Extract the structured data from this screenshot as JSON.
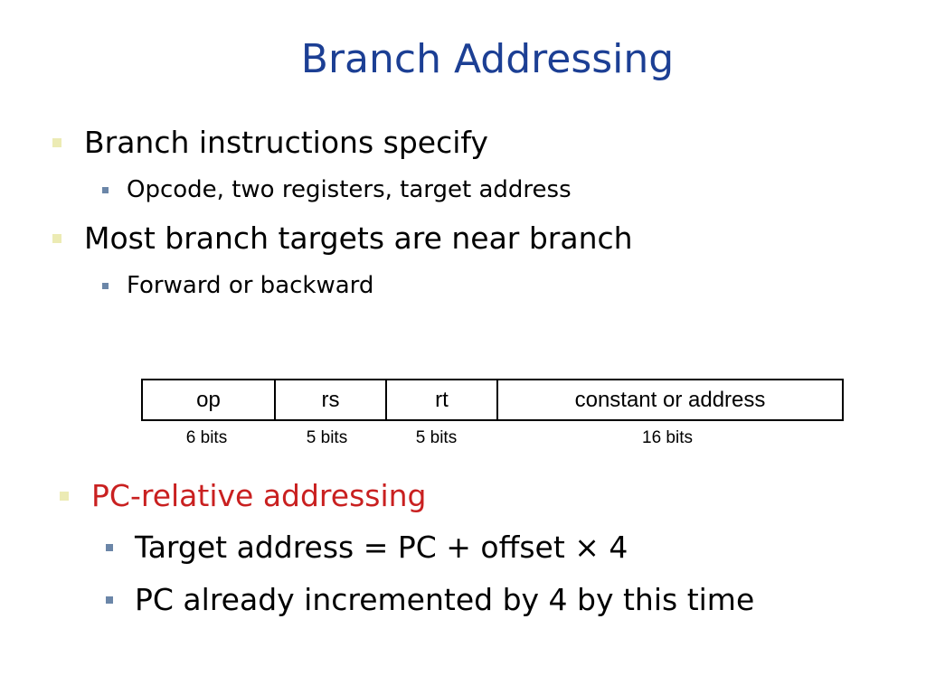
{
  "slide": {
    "title": "Branch Addressing",
    "bullets": [
      {
        "text": "Branch instructions specify",
        "sub": [
          "Opcode, two registers, target address"
        ]
      },
      {
        "text": "Most branch targets are near branch",
        "sub": [
          "Forward or backward"
        ]
      }
    ],
    "format": {
      "fields": [
        "op",
        "rs",
        "rt",
        "constant or address"
      ],
      "widths": [
        "6 bits",
        "5 bits",
        "5 bits",
        "16 bits"
      ]
    },
    "pc_relative": {
      "text": "PC-relative addressing",
      "sub": [
        "Target address = PC + offset × 4",
        "PC already incremented by 4 by this time"
      ]
    }
  },
  "colors": {
    "title": "#1c3f94",
    "highlight": "#c92020",
    "bullet_l1": "#ecebb4",
    "bullet_l2": "#6b86a8"
  }
}
